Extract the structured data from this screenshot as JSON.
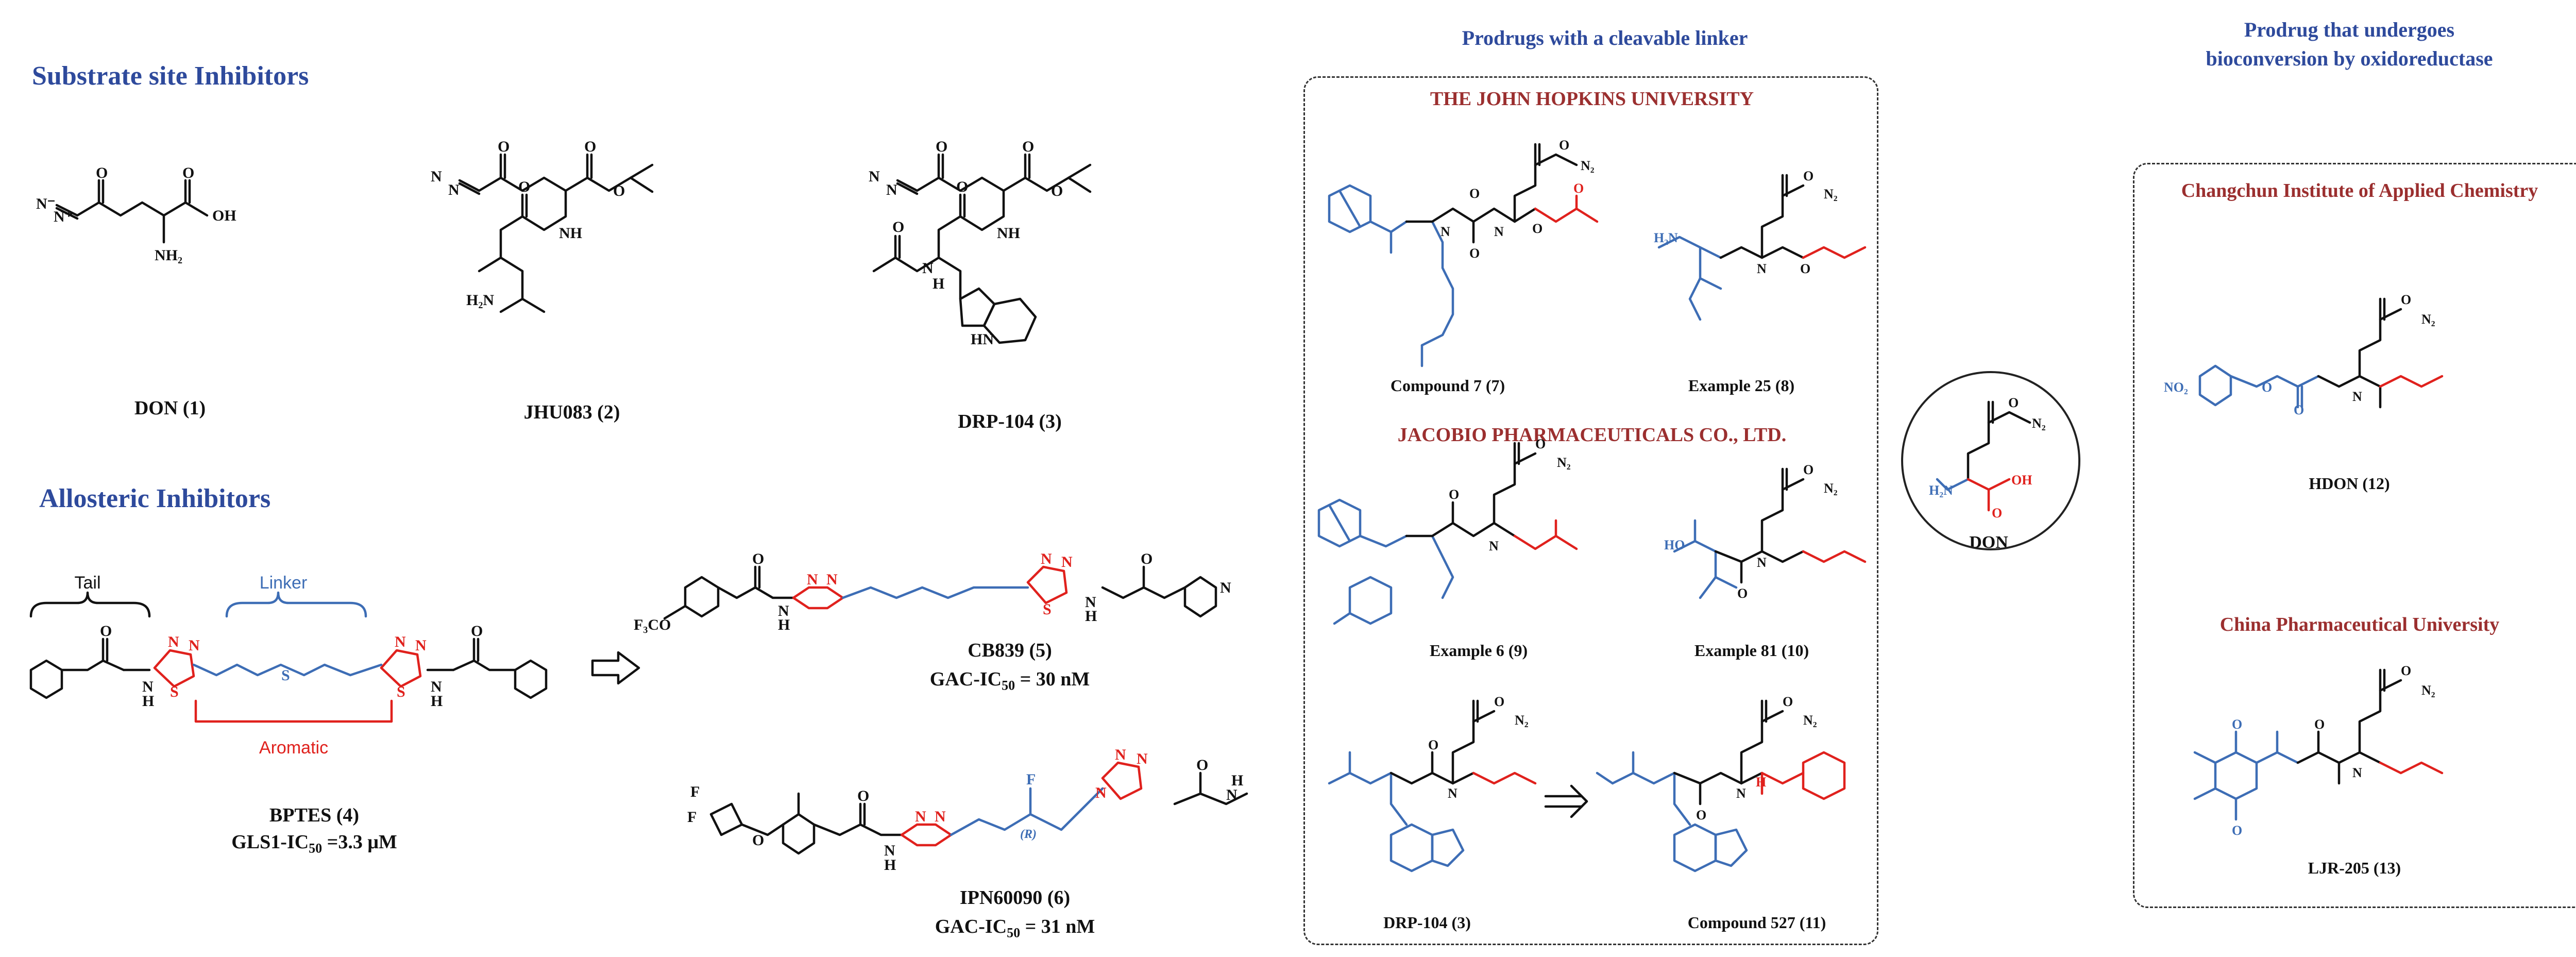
{
  "sections": {
    "substrate": "Substrate site Inhibitors",
    "allosteric": "Allosteric Inhibitors",
    "cleavable": "Prodrugs with a cleavable linker",
    "oxido_line1": "Prodrug that undergoes",
    "oxido_line2": "bioconversion by oxidoreductase"
  },
  "institutions": {
    "jhu": "THE JOHN HOPKINS UNIVERSITY",
    "jacobio": "JACOBIO PHARMACEUTICALS CO., LTD.",
    "changchun": "Changchun Institute of Applied Chemistry",
    "cpu": "China Pharmaceutical University"
  },
  "compounds": {
    "don": "DON (1)",
    "jhu083": "JHU083 (2)",
    "drp104": "DRP-104 (3)",
    "bptes": "BPTES (4)",
    "bptes_ic_pre": "GLS1-IC",
    "bptes_ic_sub": "50",
    "bptes_ic_post": " =3.3 μM",
    "cb839": "CB839 (5)",
    "cb839_ic_pre": "GAC-IC",
    "cb839_ic_sub": "50",
    "cb839_ic_post": " = 30 nM",
    "ipn": "IPN60090 (6)",
    "ipn_ic_pre": "GAC-IC",
    "ipn_ic_sub": "50",
    "ipn_ic_post": " = 31 nM",
    "c7": "Compound 7 (7)",
    "e25": "Example 25 (8)",
    "e6": "Example 6 (9)",
    "e81": "Example 81 (10)",
    "drp104b": "DRP-104 (3)",
    "c527": "Compound 527 (11)",
    "don_center": "DON",
    "hdon": "HDON (12)",
    "ljr": "LJR-205 (13)"
  },
  "annotations": {
    "tail": "Tail",
    "linker": "Linker",
    "aromatic": "Aromatic"
  },
  "atoms": {
    "n": "N",
    "nminus": "N⁻",
    "nplus": "N⁺",
    "o": "O",
    "oh": "OH",
    "nh": "NH",
    "h": "H",
    "nh2": "NH₂",
    "h2n": "H₂N",
    "n2": "N₂",
    "s": "S",
    "f": "F",
    "f3co": "F₃CO",
    "hn": "HN",
    "no2": "NO₂",
    "ho": "HO",
    "r": "(R)"
  },
  "colors": {
    "section": "#2e4a9c",
    "institution": "#9b2f2f",
    "blue": "#3d6db5",
    "red": "#e0211d",
    "black": "#111111"
  }
}
